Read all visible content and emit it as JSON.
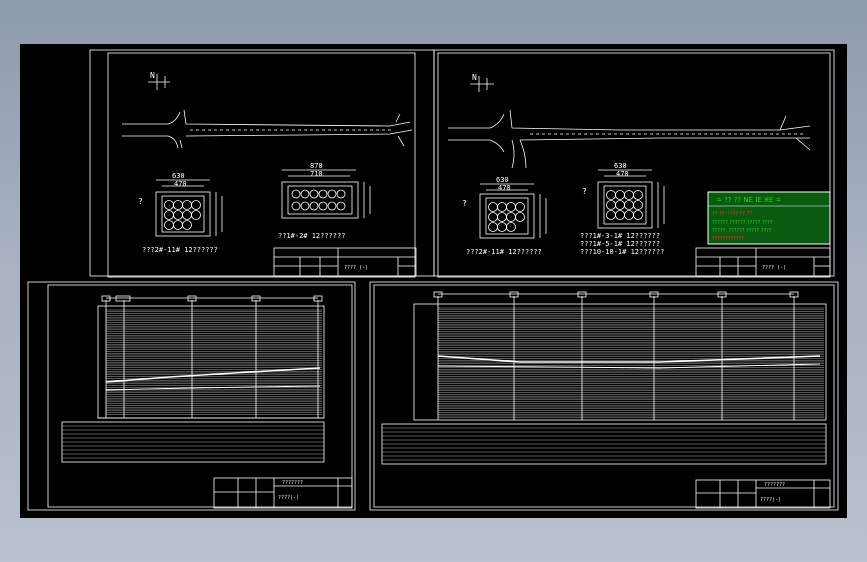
{
  "drawing": {
    "colors": {
      "background": "#000000",
      "line": "#ffffff",
      "legend_green": "#1fd11f",
      "legend_red": "#ff3030",
      "legend_box": "#0a5a10"
    },
    "sheet_tl": {
      "north": "N",
      "section1": {
        "w_top": "630",
        "w_mid": "470",
        "left": "?",
        "label": "???2#-11# 12??????"
      },
      "section2": {
        "w_top": "870",
        "w_mid": "710",
        "label": "??1#-2# 12??????"
      },
      "title_block": {
        "name": "???? (-)"
      }
    },
    "sheet_tr": {
      "north": "N",
      "section1": {
        "w_top": "630",
        "w_mid": "470",
        "left": "?",
        "label": "???2#-11# 12??????"
      },
      "section2": {
        "w_top": "630",
        "w_mid": "470",
        "left": "?",
        "labels": [
          "???1#-3-1# 12??????",
          "???1#-5-1# 12??????",
          "???10-10-1# 12??????"
        ]
      },
      "legend": {
        "title": "= ?? ?? NE IE X̴E =",
        "row1": "?? ??: ???? ?? ??",
        "row2": "?????? ?????? ????? ????",
        "row3": "?????: ?????? ????? ????",
        "row4": "????????????"
      },
      "title_block": {
        "name": "???? (-)"
      }
    },
    "sheet_bl": {
      "title_block": {
        "title": "???????",
        "name": "????(-)"
      }
    },
    "sheet_br": {
      "title_block": {
        "title": "???????",
        "name": "????(-)"
      }
    }
  }
}
